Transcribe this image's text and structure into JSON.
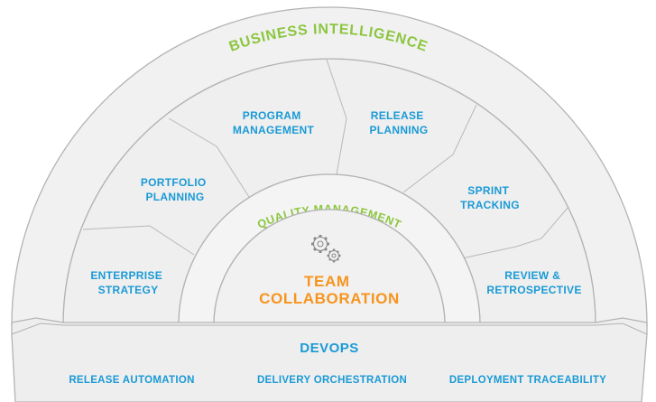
{
  "outer_ring": {
    "label": "BUSINESS INTELLIGENCE"
  },
  "middle_ring": {
    "segments": [
      {
        "lines": [
          "ENTERPRISE",
          "STRATEGY"
        ]
      },
      {
        "lines": [
          "PORTFOLIO",
          "PLANNING"
        ]
      },
      {
        "lines": [
          "PROGRAM",
          "MANAGEMENT"
        ]
      },
      {
        "lines": [
          "RELEASE",
          "PLANNING"
        ]
      },
      {
        "lines": [
          "SPRINT",
          "TRACKING"
        ]
      },
      {
        "lines": [
          "REVIEW &",
          "RETROSPECTIVE"
        ]
      }
    ]
  },
  "inner_ring": {
    "label": "QUALITY MANAGEMENT"
  },
  "core": {
    "lines": [
      "TEAM",
      "COLLABORATION"
    ],
    "icon": "gears-icon"
  },
  "base": {
    "title": "DEVOPS",
    "items": [
      "RELEASE AUTOMATION",
      "DELIVERY ORCHESTRATION",
      "DEPLOYMENT TRACEABILITY"
    ]
  },
  "colors": {
    "blue": "#1a9ad6",
    "green": "#8cc63f",
    "orange": "#f7941d",
    "fill": "#f1f1f1",
    "stroke": "#b3b3b3"
  }
}
